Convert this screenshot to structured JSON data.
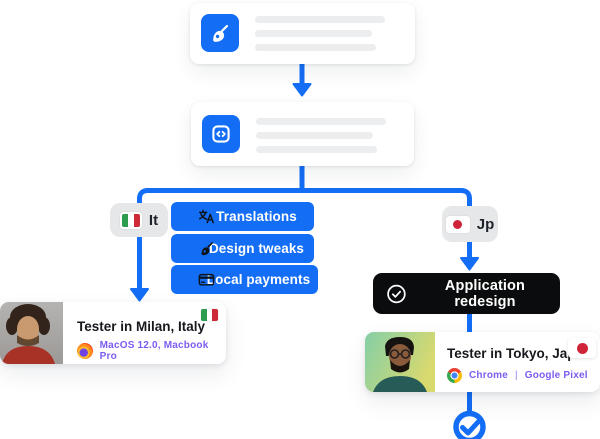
{
  "workflow": {
    "step1_card": {
      "icon": "pen-icon"
    },
    "step2_card": {
      "icon": "code-icon"
    },
    "left_branch": {
      "country_tag": {
        "label": "It",
        "flag": "italy-flag"
      },
      "task_buttons": [
        {
          "icon": "translate-icon",
          "label": "Translations"
        },
        {
          "icon": "pen-icon",
          "label": "Design tweaks"
        },
        {
          "icon": "credit-card-icon",
          "label": "Local payments"
        }
      ],
      "tester_card": {
        "title": "Tester in Milan, Italy",
        "device_info": "MacOS 12.0, Macbook Pro",
        "browser_icon": "firefox-icon",
        "flag": "italy-flag"
      }
    },
    "right_branch": {
      "country_tag": {
        "label": "Jp",
        "flag": "japan-flag"
      },
      "task_tag": {
        "icon": "check-circle-icon",
        "label": "Application redesign"
      },
      "tester_card": {
        "title": "Tester in Tokyo, Japan",
        "browser": "Chrome",
        "separator": "|",
        "device": "Google Pixel",
        "browser_icon": "chrome-icon",
        "flag": "japan-flag"
      }
    },
    "colors": {
      "accent_blue": "#146EF5",
      "black_pill": "#0B0C0D",
      "tag_gray": "#E6E7E8",
      "device_purple": "#7C5CF0",
      "skeleton_gray": "#ECEDEF",
      "japan_red": "#CE2339",
      "italy_green": "#2E9C4F",
      "italy_red": "#CD2B37"
    }
  }
}
